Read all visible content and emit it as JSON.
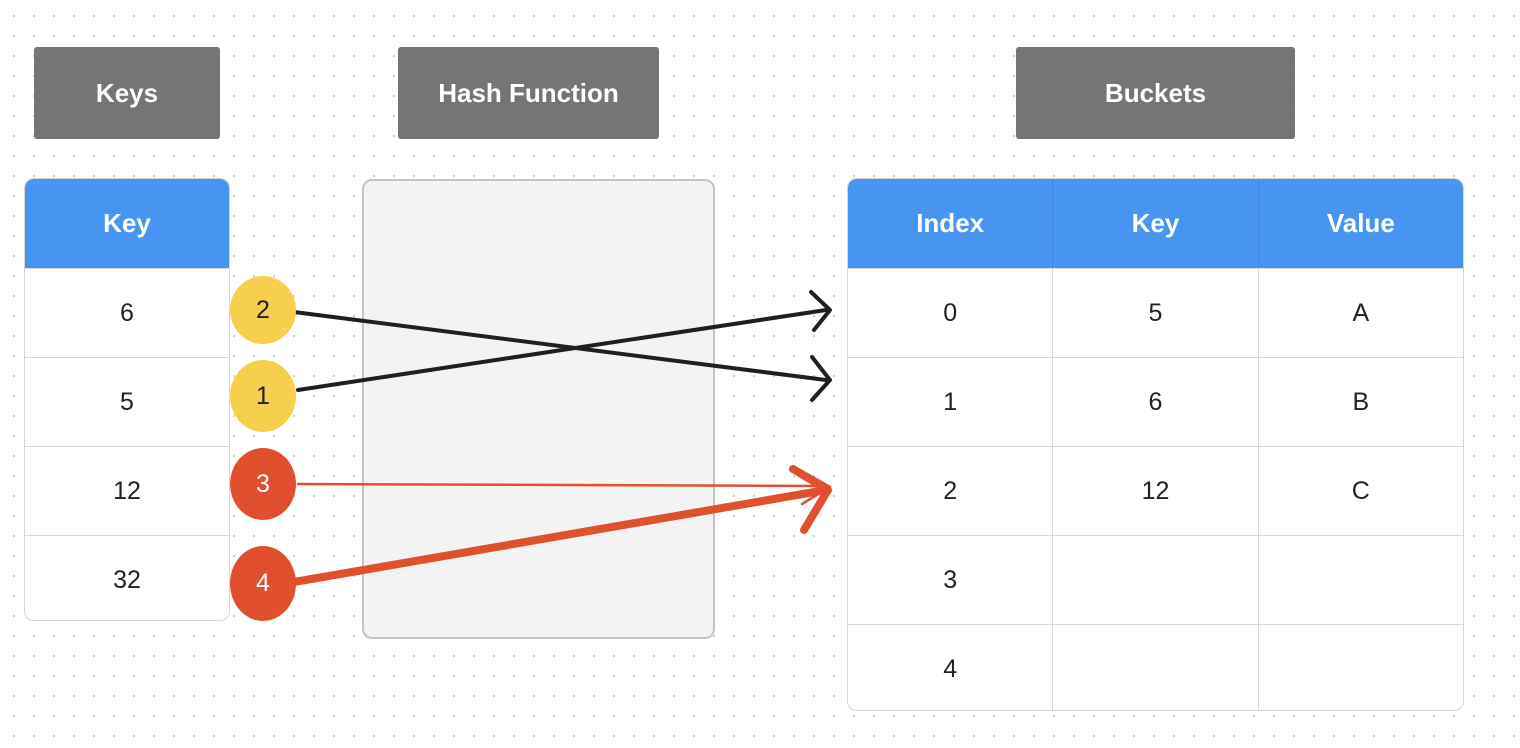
{
  "titles": {
    "keys": "Keys",
    "hash_function": "Hash Function",
    "buckets": "Buckets"
  },
  "keys_table": {
    "header": "Key",
    "rows": [
      "6",
      "5",
      "12",
      "32"
    ]
  },
  "buckets_table": {
    "headers": [
      "Index",
      "Key",
      "Value"
    ],
    "rows": [
      [
        "0",
        "5",
        "A"
      ],
      [
        "1",
        "6",
        "B"
      ],
      [
        "2",
        "12",
        "C"
      ],
      [
        "3",
        "",
        ""
      ],
      [
        "4",
        "",
        ""
      ]
    ]
  },
  "badges": [
    {
      "label": "2",
      "color": "#f6cf4c"
    },
    {
      "label": "1",
      "color": "#f6cf4c"
    },
    {
      "label": "3",
      "color": "#e0502f"
    },
    {
      "label": "4",
      "color": "#e0502f"
    }
  ],
  "colors": {
    "title_bg": "#757575",
    "header_bg": "#4795f0",
    "arrow_black": "#1f1f1f",
    "arrow_red": "#e0502f"
  }
}
